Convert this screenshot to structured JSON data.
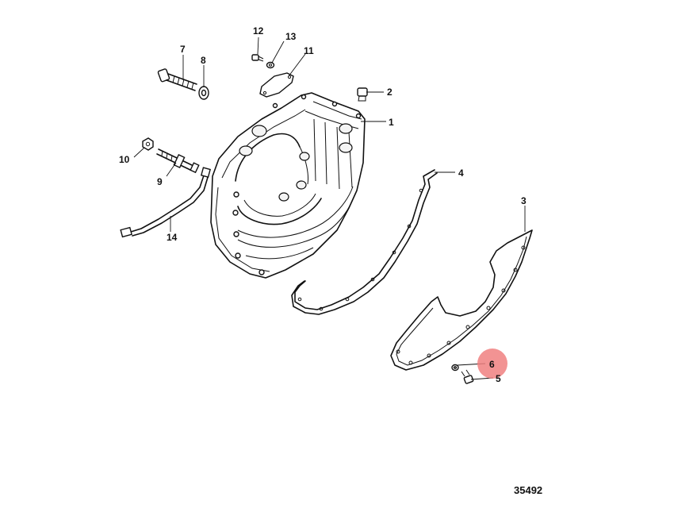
{
  "diagram": {
    "reference_number": "35492",
    "highlight_color": "#f08080",
    "callouts": [
      {
        "id": "1",
        "label": "1"
      },
      {
        "id": "2",
        "label": "2"
      },
      {
        "id": "3",
        "label": "3"
      },
      {
        "id": "4",
        "label": "4"
      },
      {
        "id": "5",
        "label": "5"
      },
      {
        "id": "6",
        "label": "6",
        "highlighted": true
      },
      {
        "id": "7",
        "label": "7"
      },
      {
        "id": "8",
        "label": "8"
      },
      {
        "id": "9",
        "label": "9"
      },
      {
        "id": "10",
        "label": "10"
      },
      {
        "id": "11",
        "label": "11"
      },
      {
        "id": "12",
        "label": "12"
      },
      {
        "id": "13",
        "label": "13"
      },
      {
        "id": "14",
        "label": "14"
      }
    ]
  }
}
